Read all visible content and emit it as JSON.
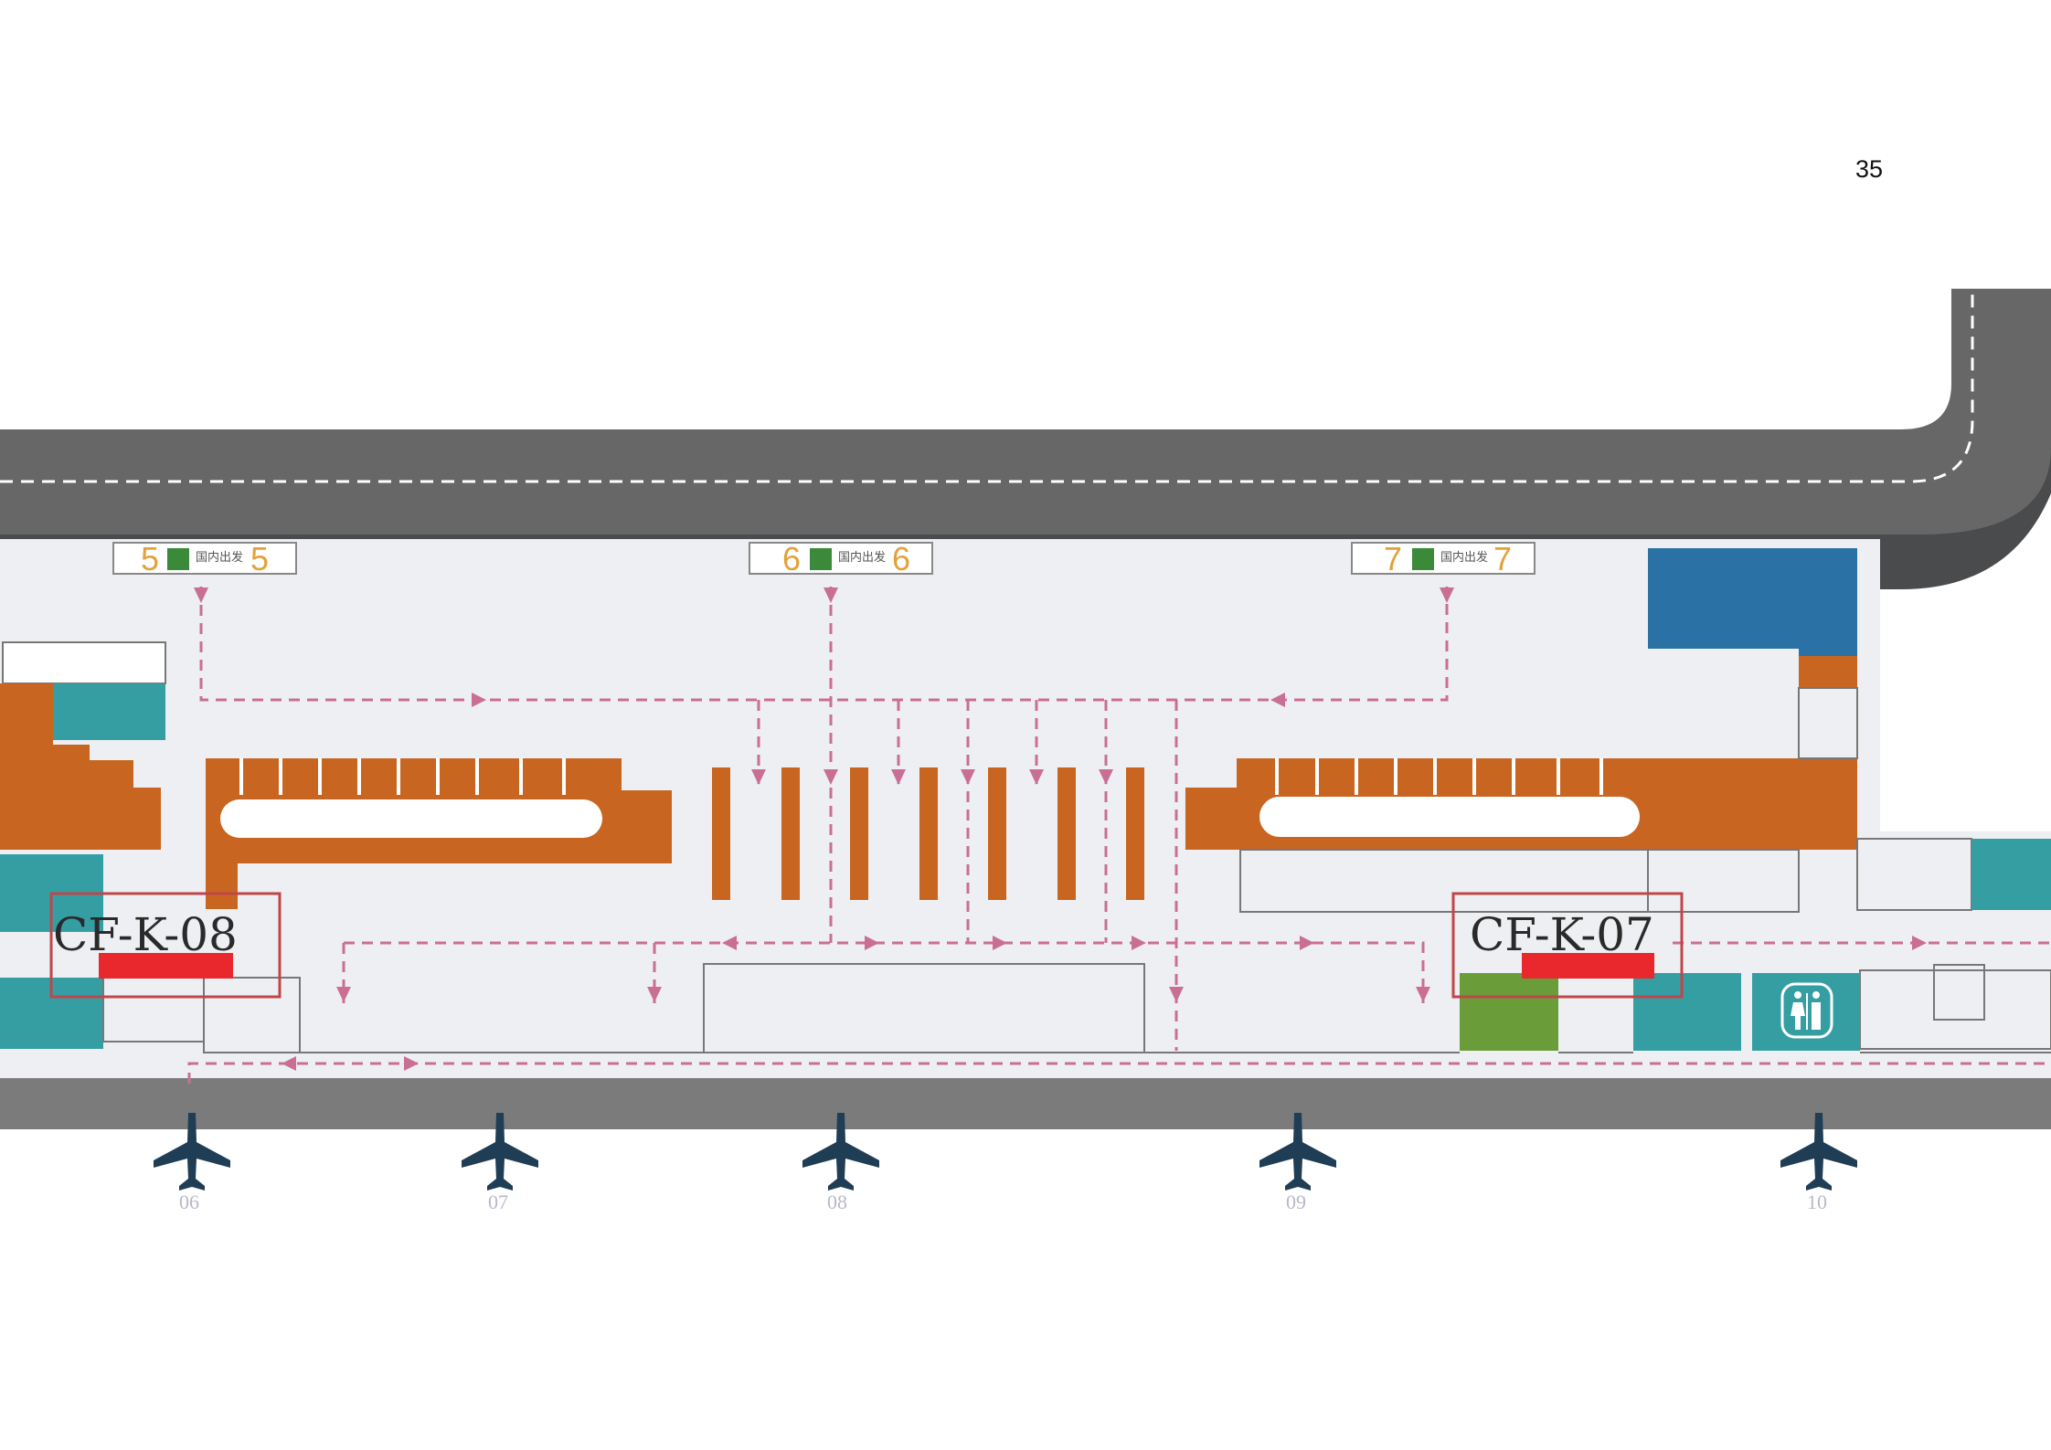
{
  "page": {
    "number": "35"
  },
  "doors": [
    {
      "number": "5",
      "text": "国内出发"
    },
    {
      "number": "6",
      "text": "国内出发"
    },
    {
      "number": "7",
      "text": "国内出发"
    }
  ],
  "markers": [
    {
      "id": "CF-K-08"
    },
    {
      "id": "CF-K-07"
    }
  ],
  "gates": [
    {
      "number": "06"
    },
    {
      "number": "07"
    },
    {
      "number": "08"
    },
    {
      "number": "09"
    },
    {
      "number": "10"
    }
  ],
  "colors": {
    "road": "#666766",
    "road_shadow": "#4a4b4c",
    "terminal_floor": "#eeeff2",
    "check_in_counter": "#c86520",
    "teal_area": "#359ea3",
    "blue_area": "#2a72a6",
    "green_area": "#6a9c39",
    "flow_arrow": "#c96f93",
    "marker_highlight": "#e8282c",
    "marker_frame": "#c0464b",
    "airplane": "#1f3d55",
    "apron_band": "#7b7b7b"
  },
  "icons": {
    "airplane": "airplane-icon",
    "restroom": "restroom-icon",
    "door_exit": "exit-icon"
  }
}
